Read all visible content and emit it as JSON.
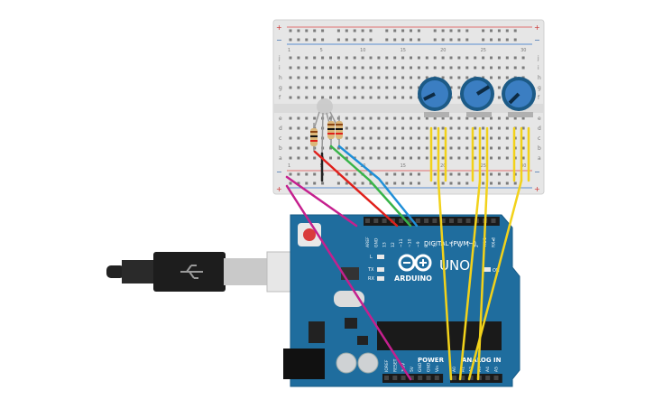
{
  "breadboard": {
    "rail_plus": "+",
    "rail_minus": "−",
    "column_numbers": [
      "1",
      "5",
      "10",
      "15",
      "20",
      "25",
      "30"
    ],
    "row_letters_top": [
      "j",
      "i",
      "h",
      "g",
      "f"
    ],
    "row_letters_bottom": [
      "e",
      "d",
      "c",
      "b",
      "a"
    ]
  },
  "arduino": {
    "brand": "ARDUINO",
    "model": "UNO",
    "digital_label": "DIGITAL (PWM~)",
    "power_label": "POWER",
    "analog_label": "ANALOG IN",
    "on_label": "ON",
    "led_labels": [
      "L",
      "TX",
      "RX"
    ],
    "digital_pins": [
      "AREF",
      "GND",
      "13",
      "12",
      "~11",
      "~10",
      "~9",
      "8",
      "7",
      "~6",
      "~5",
      "4",
      "~3",
      "2",
      "TX▸1",
      "RX◂0"
    ],
    "power_pins": [
      "IOREF",
      "RESET",
      "3.3V",
      "5V",
      "GND",
      "GND",
      "Vin"
    ],
    "analog_pins": [
      "A0",
      "A1",
      "A2",
      "A3",
      "A4",
      "A5"
    ]
  },
  "components": {
    "rgb_led": "rgb-led",
    "resistors": 3,
    "potentiometers": 3
  },
  "colors": {
    "board_blue": "#1f6d9e",
    "breadboard": "#e6e6e6",
    "red_wire": "#e0201b",
    "green_wire": "#38b449",
    "blue_wire": "#1f8fd8",
    "magenta_wire": "#c5208e",
    "yellow_wire": "#f2d21a",
    "black_wire": "#222222"
  }
}
